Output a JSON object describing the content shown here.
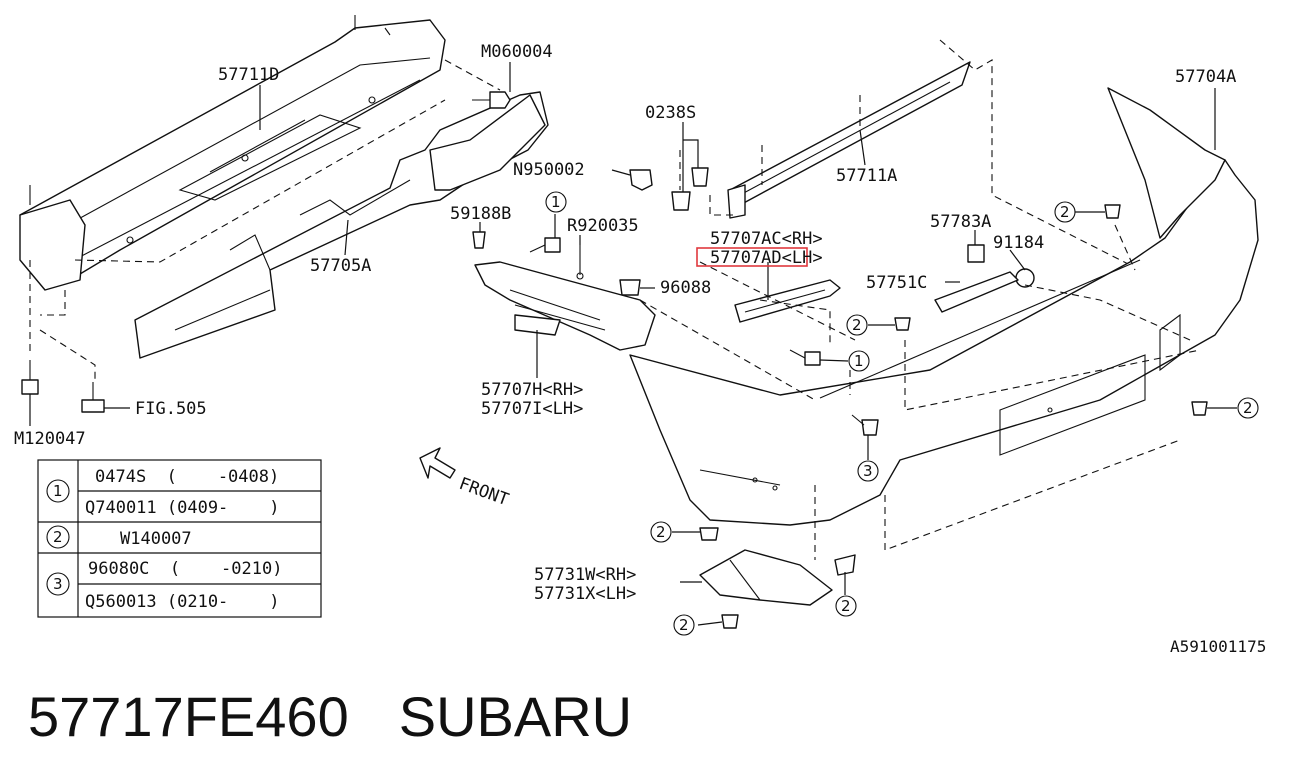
{
  "diagram_id": "A591001175",
  "footer": {
    "part_number": "57717FE460",
    "brand": "SUBARU"
  },
  "front_label": "FRONT",
  "highlight_color": "#e0393e",
  "callouts": [
    {
      "id": "57711D",
      "text": "57711D"
    },
    {
      "id": "M060004",
      "text": "M060004"
    },
    {
      "id": "0238S",
      "text": "0238S"
    },
    {
      "id": "N950002",
      "text": "N950002"
    },
    {
      "id": "57711A",
      "text": "57711A"
    },
    {
      "id": "57704A",
      "text": "57704A"
    },
    {
      "id": "59188B",
      "text": "59188B"
    },
    {
      "id": "R920035",
      "text": "R920035"
    },
    {
      "id": "57705A",
      "text": "57705A"
    },
    {
      "id": "57707AC",
      "text": "57707AC<RH>"
    },
    {
      "id": "57707AD",
      "text": "57707AD<LH>"
    },
    {
      "id": "57783A",
      "text": "57783A"
    },
    {
      "id": "91184",
      "text": "91184"
    },
    {
      "id": "96088",
      "text": "96088"
    },
    {
      "id": "57751C",
      "text": "57751C"
    },
    {
      "id": "57707H",
      "text": "57707H<RH>"
    },
    {
      "id": "57707I",
      "text": "57707I<LH>"
    },
    {
      "id": "FIG505",
      "text": "FIG.505"
    },
    {
      "id": "M120047",
      "text": "M120047"
    },
    {
      "id": "57731W",
      "text": "57731W<RH>"
    },
    {
      "id": "57731X",
      "text": "57731X<LH>"
    }
  ],
  "ref_markers": [
    "1",
    "2",
    "3"
  ],
  "legend": {
    "rows": [
      {
        "ref": "1",
        "entries": [
          "0474S  (    -0408)",
          "Q740011 (0409-    )"
        ]
      },
      {
        "ref": "2",
        "entries": [
          "W140007"
        ]
      },
      {
        "ref": "3",
        "entries": [
          "96080C  (    -0210)",
          "Q560013 (0210-    )"
        ]
      }
    ]
  }
}
